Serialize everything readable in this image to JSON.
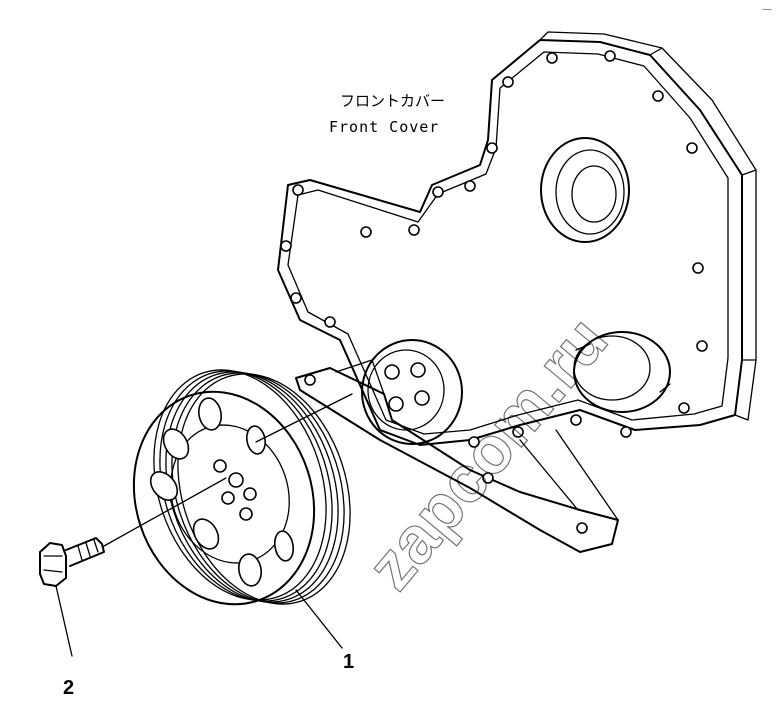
{
  "labels": {
    "front_cover_jp": "フロントカバー",
    "front_cover_en": "Front Cover",
    "callout_1": "1",
    "callout_2": "2",
    "corner_mark": "—"
  },
  "watermark": "zapcom.ru",
  "colors": {
    "ink": "#000000",
    "background": "#ffffff"
  }
}
